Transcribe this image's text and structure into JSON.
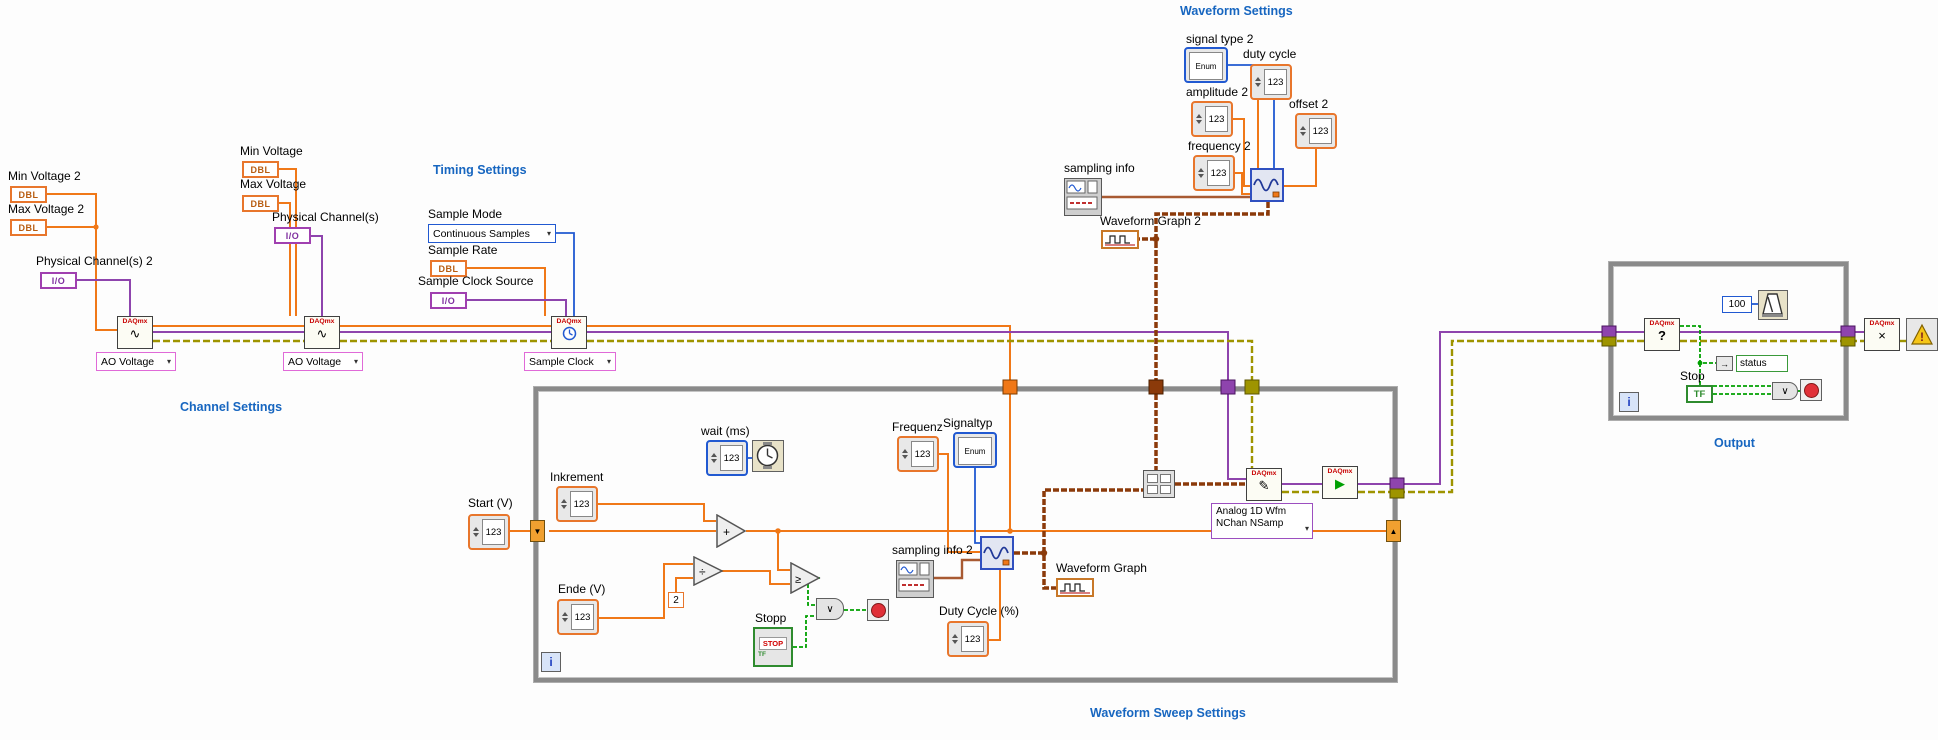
{
  "sections": {
    "channel": "Channel Settings",
    "timing": "Timing Settings",
    "waveform": "Waveform Settings",
    "sweep": "Waveform Sweep Settings",
    "output": "Output"
  },
  "labels": {
    "min_voltage_2": "Min Voltage 2",
    "max_voltage_2": "Max Voltage 2",
    "phys_ch_2": "Physical Channel(s) 2",
    "min_voltage": "Min Voltage",
    "max_voltage": "Max Voltage",
    "phys_ch": "Physical Channel(s)",
    "sample_mode": "Sample Mode",
    "sample_rate": "Sample Rate",
    "sample_clock_source": "Sample Clock Source",
    "signal_type_2": "signal type 2",
    "duty_cycle": "duty cycle",
    "amplitude_2": "amplitude 2",
    "offset_2": "offset 2",
    "frequency_2": "frequency 2",
    "sampling_info": "sampling info",
    "waveform_graph_2": "Waveform Graph 2",
    "wait_ms": "wait (ms)",
    "frequenz": "Frequenz",
    "signaltyp": "Signaltyp",
    "inkrement": "Inkrement",
    "start_v": "Start (V)",
    "ende_v": "Ende (V)",
    "stopp": "Stopp",
    "sampling_info_2": "sampling info 2",
    "waveform_graph": "Waveform Graph",
    "duty_cycle_pct": "Duty Cycle (%)",
    "stop": "Stop",
    "status": "status"
  },
  "selectors": {
    "ao_voltage": "AO Voltage",
    "sample_clock": "Sample Clock",
    "continuous_samples": "Continuous Samples",
    "write_line1": "Analog 1D Wfm",
    "write_line2": "NChan NSamp"
  },
  "constants": {
    "two": "2",
    "hundred": "100"
  },
  "glyphs": {
    "dbl": "DBL",
    "io": "I/O",
    "daqmx": "DAQmx",
    "num": "123",
    "enum_label": "Enum",
    "tf": "TF",
    "stop_button": "STOP",
    "iter": "i",
    "or": "∨",
    "add": "+",
    "divide": "÷",
    "geq": "≥",
    "wave": "∿",
    "pencil": "✎",
    "play": "▶",
    "question": "?",
    "clear": "×",
    "bang": "!",
    "dropdown": "▾",
    "sr_down": "▼",
    "sr_up": "▲",
    "arrow_right": "→"
  },
  "colors": {
    "wire_dbl": "#F07818",
    "wire_task": "#8E44AD",
    "wire_error": "#9E9400",
    "wire_waveform": "#8B3A0A",
    "wire_bool": "#00A000",
    "wire_int": "#2159D1",
    "wire_cluster": "#A85A32",
    "free_label": "#1766C0"
  }
}
